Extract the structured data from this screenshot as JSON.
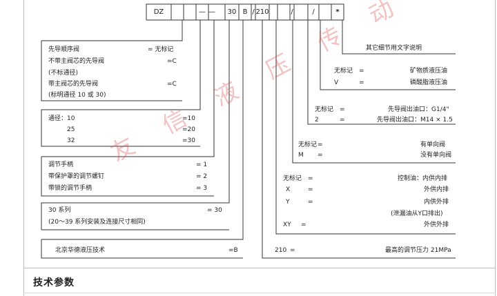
{
  "code": {
    "cells": [
      "DZ",
      "",
      "",
      "—",
      "—",
      "30",
      "B",
      "/",
      "210",
      "",
      "/",
      "",
      "/",
      "",
      "*"
    ]
  },
  "right": {
    "other": "其它细节用文字说明",
    "medium": [
      [
        "无标记",
        "=",
        "矿物质液压油"
      ],
      [
        "V",
        "=",
        "磷酸脂液压油"
      ]
    ],
    "port": [
      [
        "无标记",
        "=",
        "先导阀出油口：G1/4\""
      ],
      [
        "2",
        "=",
        "先导阀出油口：M14 × 1.5"
      ]
    ],
    "check": [
      [
        "无标记",
        "=",
        "有单向阀"
      ],
      [
        "M",
        "=",
        "没有单向阀"
      ]
    ],
    "drain": [
      [
        "无标记",
        "=",
        "控制油：内供内排"
      ],
      [
        "X",
        "=",
        "外供内排"
      ],
      [
        "Y",
        "=",
        "内供外排"
      ],
      [
        "",
        "",
        "(泄漏油从Y口排出)"
      ],
      [
        "XY",
        "=",
        "外供外排"
      ]
    ],
    "pressure": [
      "210",
      "=",
      "最高的调节压力 21MPa"
    ]
  },
  "left": {
    "type": [
      [
        "先导顺序阀",
        "= 无标记"
      ],
      [
        "不带主阀芯的先导阀",
        "=C"
      ],
      [
        "(不标通径)",
        ""
      ],
      [
        "带主阀芯的先导阀",
        "=C"
      ],
      [
        "(标明通径 10 或 30)",
        ""
      ]
    ],
    "size": [
      [
        "通径：10",
        "=10"
      ],
      [
        "25",
        "=20"
      ],
      [
        "32",
        "=30"
      ]
    ],
    "adjust": [
      [
        "调节手柄",
        "= 1"
      ],
      [
        "带保护罩的调节螺钉",
        "= 2"
      ],
      [
        "带锁的调节手柄",
        "= 3"
      ]
    ],
    "series": [
      [
        "30 系列",
        "= 30"
      ],
      [
        "(20～39 系列安装及连接尺寸相同)",
        ""
      ]
    ],
    "maker": [
      "北京华德液压技术",
      "=B"
    ]
  },
  "watermark": "友 信 液 压 传 动",
  "section_heading": "技术参数"
}
